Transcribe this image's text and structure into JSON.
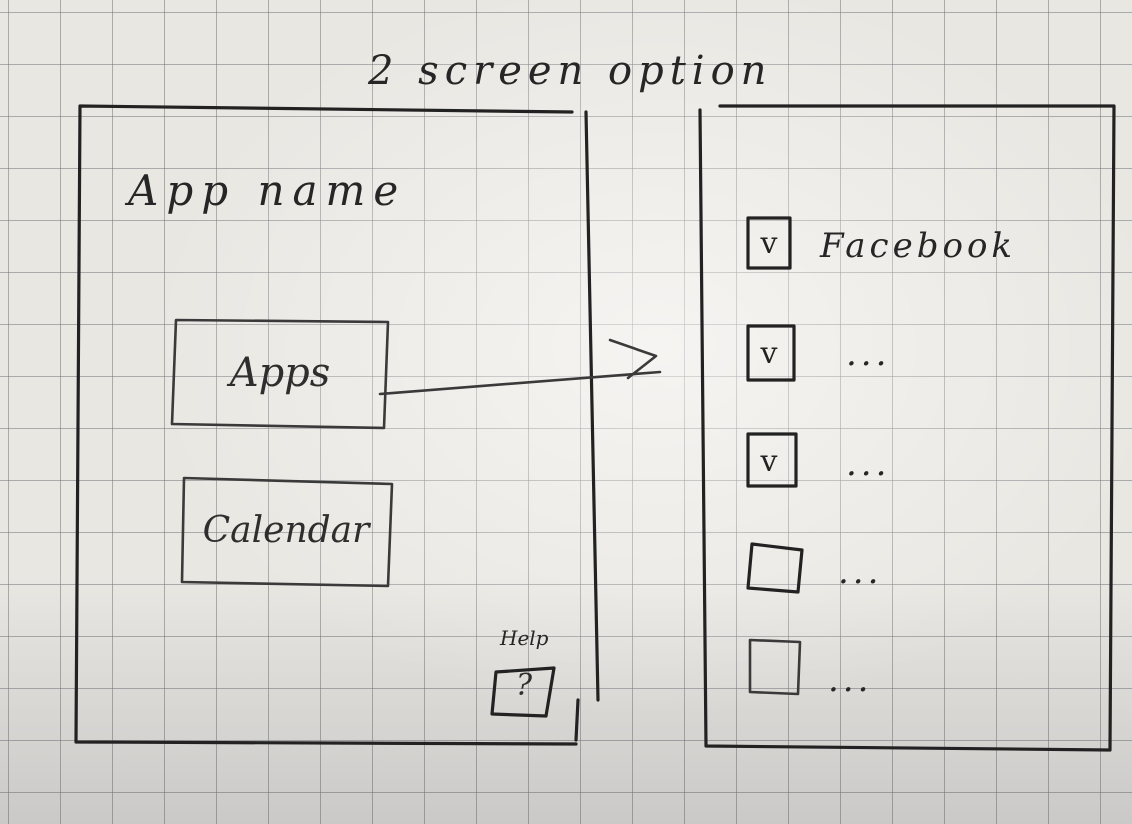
{
  "title": "2 screen option",
  "left_screen": {
    "app_name": "App name",
    "buttons": [
      {
        "label": "Apps"
      },
      {
        "label": "Calendar"
      }
    ],
    "help": {
      "label": "Help",
      "icon": "?"
    }
  },
  "right_screen": {
    "options": [
      {
        "label": "Facebook",
        "checked": true,
        "mark": "v"
      },
      {
        "label": "...",
        "checked": true,
        "mark": "v"
      },
      {
        "label": "...",
        "checked": true,
        "mark": "v"
      },
      {
        "label": "...",
        "checked": false,
        "mark": ""
      },
      {
        "label": "...",
        "checked": false,
        "mark": ""
      }
    ]
  },
  "colors": {
    "paper": "#e9e7e2",
    "grid": "#78787d",
    "ink": "#222222"
  }
}
